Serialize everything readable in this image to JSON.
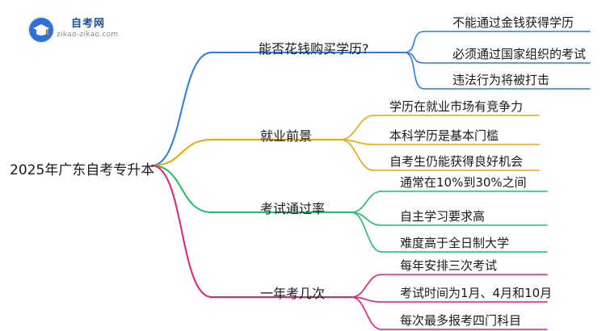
{
  "logo": {
    "title": "自考网",
    "subtitle": "zikao-zikao.com"
  },
  "root": "2025年广东自考专升本",
  "branches": [
    {
      "label": "能否花钱购买学历?",
      "color": "#2b7de9",
      "leaves": [
        "不能通过金钱获得学历",
        "必须通过国家组织的考试",
        "违法行为将被打击"
      ]
    },
    {
      "label": "就业前景",
      "color": "#f0a500",
      "leaves": [
        "学历在就业市场有竞争力",
        "本科学历是基本门槛",
        "自考生仍能获得良好机会"
      ]
    },
    {
      "label": "考试通过率",
      "color": "#1fbf6b",
      "leaves": [
        "通常在10%到30%之间",
        "自主学习要求高",
        "难度高于全日制大学"
      ]
    },
    {
      "label": "一年考几次",
      "color": "#ea1e78",
      "leaves": [
        "每年安排三次考试",
        "考试时间为1月、4月和10月",
        "每次最多报考四门科目"
      ]
    }
  ]
}
